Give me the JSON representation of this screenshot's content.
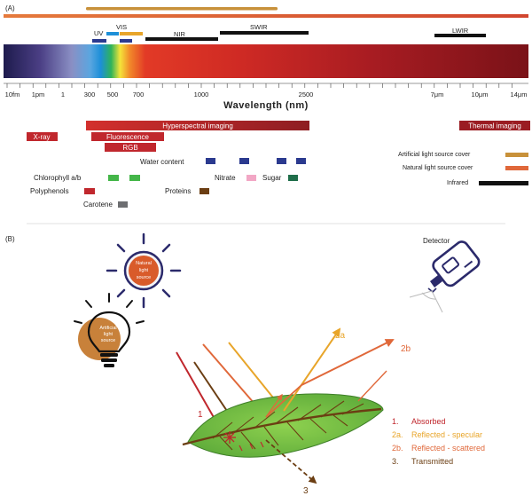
{
  "panel_a": {
    "label": "(A)",
    "bands": {
      "uv": "UV",
      "vis": "VIS",
      "nir": "NIR",
      "swir": "SWIR",
      "lwir": "LWIR"
    },
    "ticks": [
      "10fm",
      "1pm",
      "1",
      "300",
      "500",
      "700",
      "1000",
      "2500",
      "7μm",
      "10μm",
      "14μm"
    ],
    "axis_label": "Wavelength (nm)",
    "techniques": {
      "hyperspectral": "Hyperspectral imaging",
      "xray": "X-ray",
      "fluorescence": "Fluorescence",
      "rgb": "RGB",
      "thermal": "Thermal imaging"
    },
    "components": {
      "water": "Water content",
      "chlorophyll": "Chlorophyll a/b",
      "nitrate": "Nitrate",
      "sugar": "Sugar",
      "polyphenols": "Polyphenols",
      "proteins": "Proteins",
      "carotene": "Carotene"
    },
    "legend": [
      {
        "label": "Artificial light source cover",
        "color": "#c8913a"
      },
      {
        "label": "Natural light source cover",
        "color": "#e0683a"
      },
      {
        "label": "Infrared",
        "color": "#111111"
      }
    ],
    "colors": {
      "artificial": "#c8913a",
      "natural": "#e0683a",
      "technique": "#c0272d",
      "chlorophyll": "#44b649",
      "water": "#2b3a8f",
      "nitrate": "#f2a7c5",
      "sugar": "#1f6e4a",
      "polyphenols": "#c0272d",
      "proteins": "#6b3e13",
      "carotene": "#6d6e71"
    }
  },
  "panel_b": {
    "label": "(B)",
    "detector": "Detector",
    "natural_source": [
      "Natural",
      "light",
      "source"
    ],
    "artificial_source": [
      "Artificial",
      "light",
      "source"
    ],
    "ray_labels": {
      "absorbed": "1",
      "specular": "2a",
      "scattered": "2b",
      "transmitted": "3"
    },
    "legend": [
      {
        "num": "1.",
        "text": "Absorbed",
        "color": "#c0272d"
      },
      {
        "num": "2a.",
        "text": "Reflected - specular",
        "color": "#e8a52a"
      },
      {
        "num": "2b.",
        "text": "Reflected - scattered",
        "color": "#e0683a"
      },
      {
        "num": "3.",
        "text": "Transmitted",
        "color": "#6b3e13"
      }
    ]
  }
}
